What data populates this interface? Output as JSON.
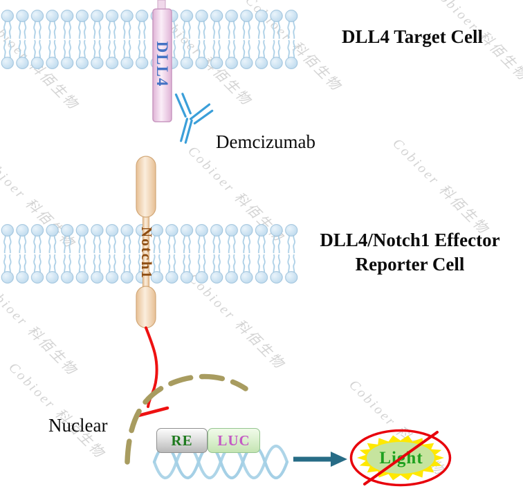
{
  "labels": {
    "target_cell": "DLL4 Target Cell",
    "dll4": "DLL4",
    "antibody": "Demcizumab",
    "notch1": "Notch1",
    "effector_line1": "DLL4/Notch1 Effector",
    "effector_line2": "Reporter Cell",
    "nuclear": "Nuclear",
    "re": "RE",
    "luc": "LUC",
    "light": "Light"
  },
  "watermark": {
    "text": "Cobioer 科佰生物"
  },
  "colors": {
    "membrane_head": "#cfe3f1",
    "membrane_tail": "#abcfe6",
    "dll4_fill": "#f6e3f1",
    "dll4_border": "#c897c0",
    "dll4_text": "#4472c4",
    "antibody_blue": "#3b9fd9",
    "notch_fill": "#fbeedd",
    "notch_border": "#d2a878",
    "notch_text": "#8e4d12",
    "inhibition_red": "#ee1111",
    "nuclear_arc": "#a89c60",
    "re_text": "#1e7a1e",
    "luc_text": "#c45ac4",
    "dna_blue": "#a5d0e6",
    "arrow_teal": "#276c86",
    "star_yellow": "#ffe800",
    "light_green_fill": "#c6e49e",
    "light_text": "#1fa11f",
    "no_symbol_red": "#e8000b"
  }
}
